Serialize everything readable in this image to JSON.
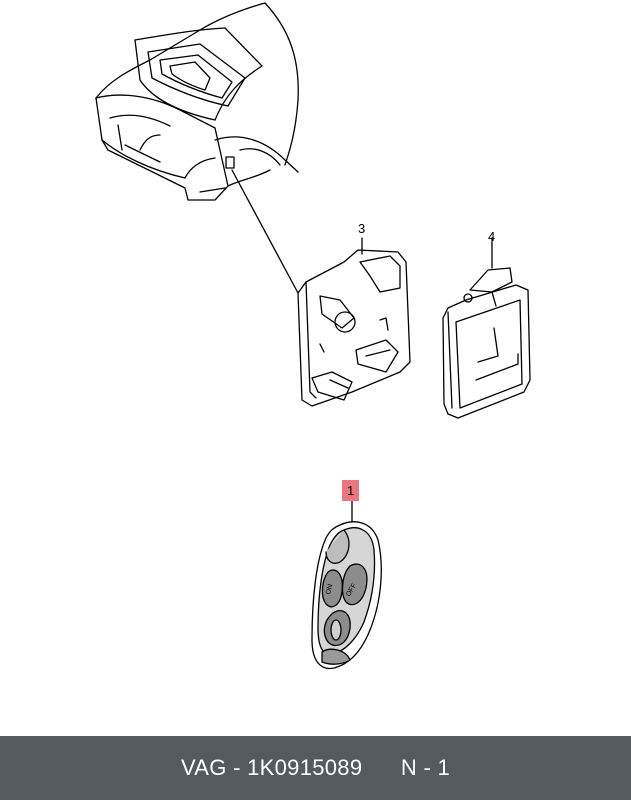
{
  "diagram": {
    "callouts": [
      {
        "id": "callout-1",
        "label": "1",
        "highlighted": true
      },
      {
        "id": "callout-3",
        "label": "3",
        "highlighted": false
      },
      {
        "id": "callout-4",
        "label": "4",
        "highlighted": false
      }
    ],
    "remote_buttons": {
      "on": "ON",
      "off": "OFF"
    },
    "highlight_color": "#e87780"
  },
  "footer": {
    "brand": "VAG",
    "separator": " - ",
    "part_number": "1K0915089",
    "quantity_label": "N - 1",
    "background_color": "#555a5e"
  }
}
